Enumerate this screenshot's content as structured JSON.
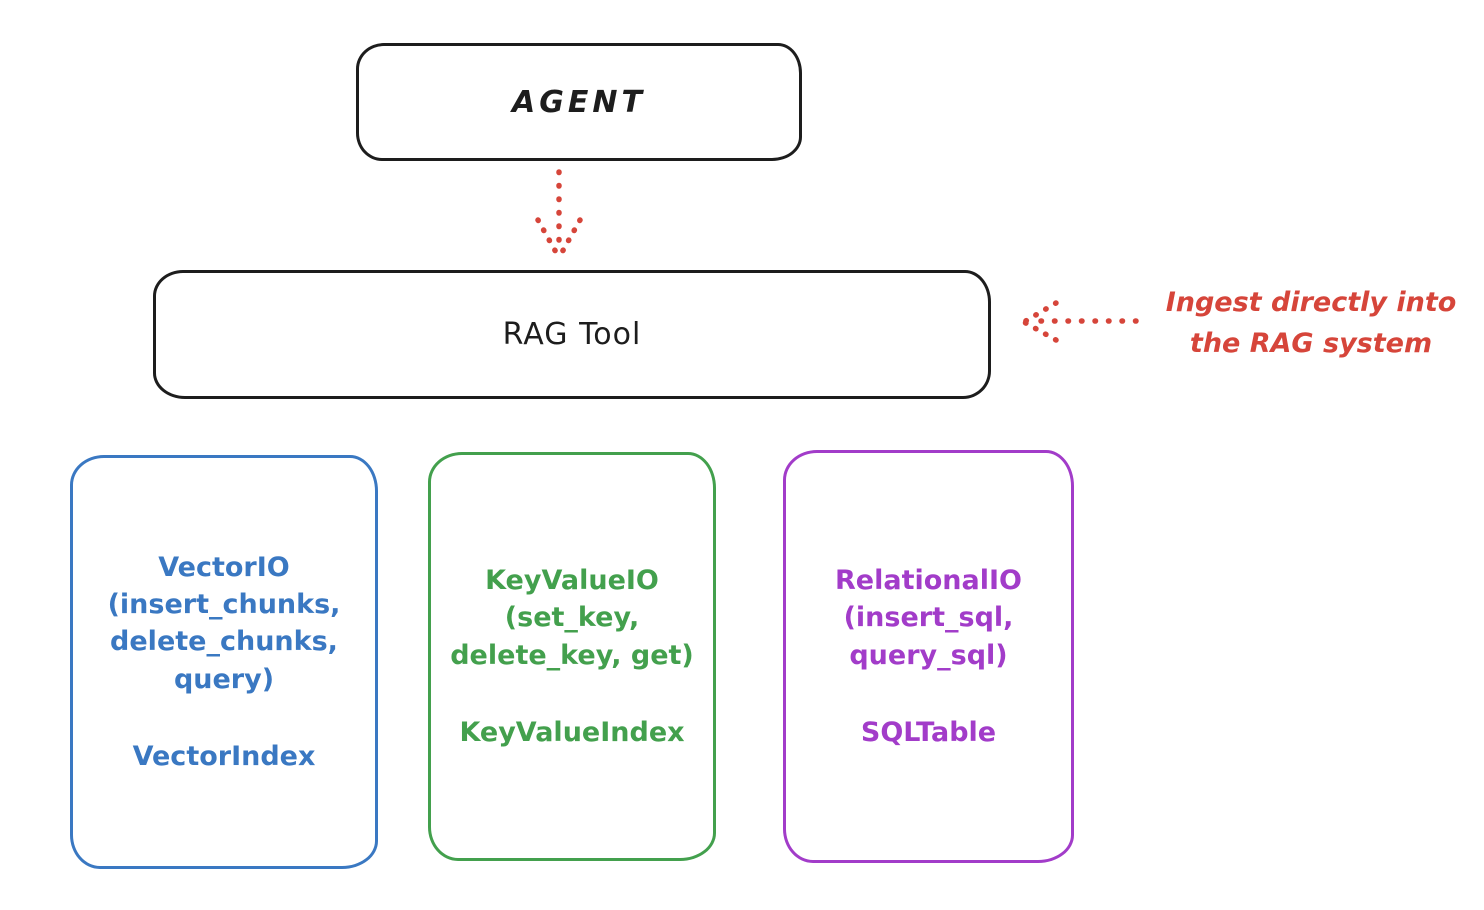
{
  "colors": {
    "ink": "#1d1d1d",
    "red": "#d6453a",
    "blue": "#3a78c2",
    "green": "#43a04d",
    "purple": "#a23cc9"
  },
  "agent": {
    "label": "AGENT"
  },
  "rag_tool": {
    "label": "RAG Tool"
  },
  "annotation": {
    "line1": "Ingest directly into",
    "line2": "the RAG system"
  },
  "connections": [
    {
      "from": "agent",
      "to": "rag_tool",
      "style": "dotted-red-arrow",
      "direction": "down"
    },
    {
      "from": "ingest-annotation",
      "to": "rag_tool",
      "style": "dotted-red-arrow",
      "direction": "left"
    }
  ],
  "backends": [
    {
      "id": "vector",
      "color": "#3a78c2",
      "lines": [
        "VectorIO",
        "(insert_chunks,",
        "delete_chunks,",
        "query)"
      ],
      "index": "VectorIndex"
    },
    {
      "id": "keyvalue",
      "color": "#43a04d",
      "lines": [
        "KeyValueIO",
        "(set_key,",
        "delete_key, get)"
      ],
      "index": "KeyValueIndex"
    },
    {
      "id": "relational",
      "color": "#a23cc9",
      "lines": [
        "RelationalIO",
        "(insert_sql,",
        "query_sql)"
      ],
      "index": "SQLTable"
    }
  ]
}
